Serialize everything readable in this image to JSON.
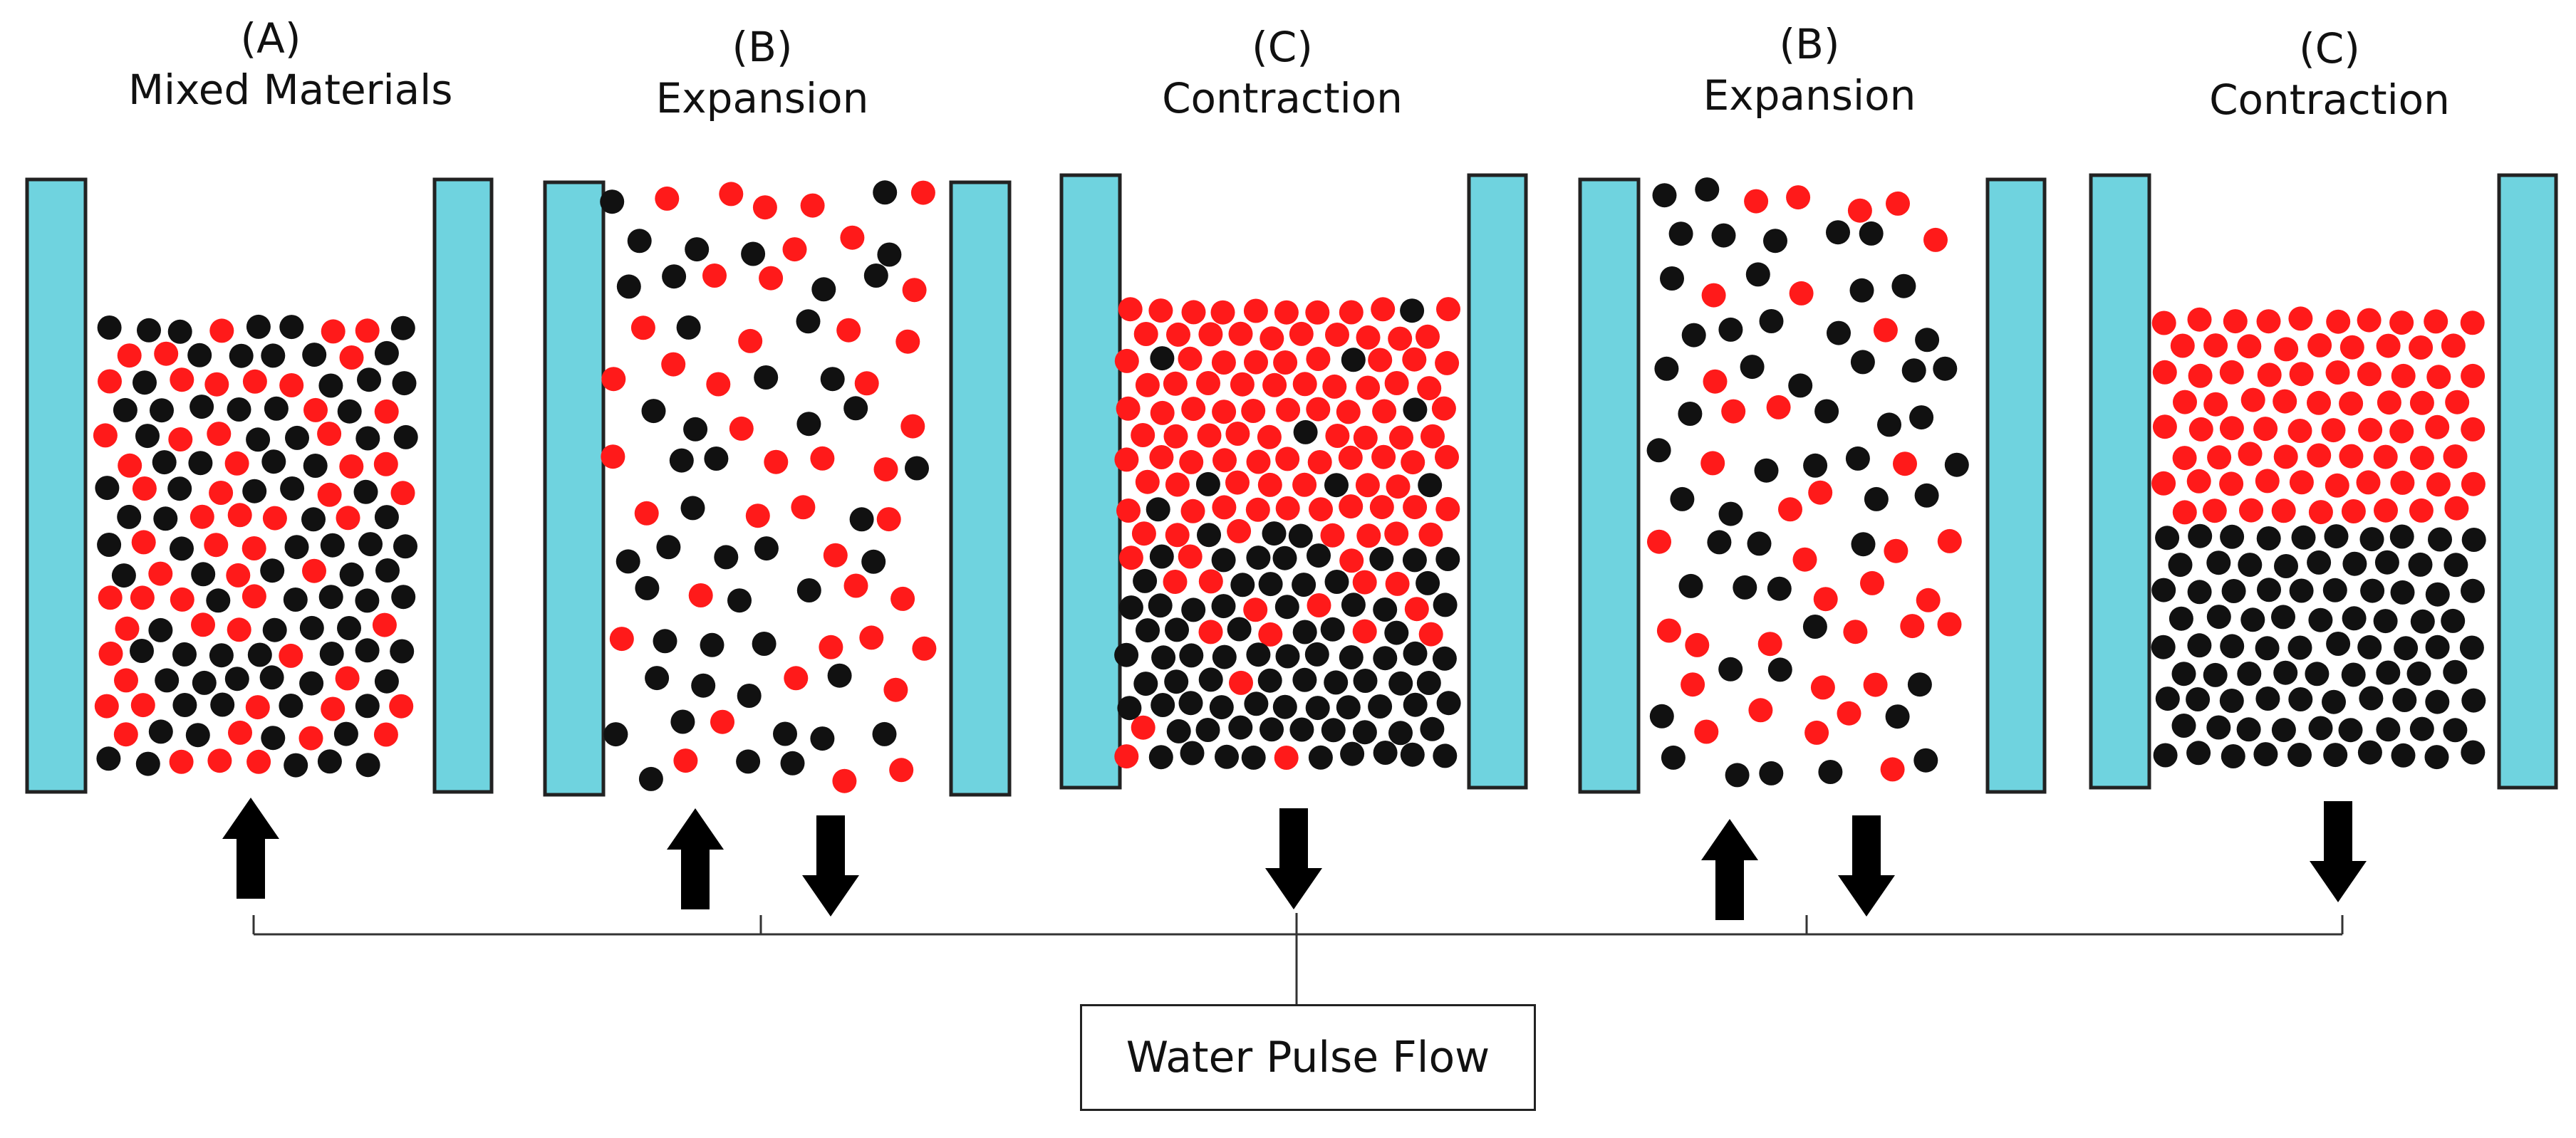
{
  "panels": [
    {
      "tag": "(A)",
      "title": "Mixed Materials",
      "state": "mixed"
    },
    {
      "tag": "(B)",
      "title": "Expansion",
      "state": "expanded"
    },
    {
      "tag": "(C)",
      "title": "Contraction",
      "state": "partly-stratified"
    },
    {
      "tag": "(B)",
      "title": "Expansion",
      "state": "expanded"
    },
    {
      "tag": "(C)",
      "title": "Contraction",
      "state": "stratified"
    }
  ],
  "flow_label": "Water Pulse Flow",
  "colors": {
    "wall_fill": "#6fd3df",
    "wall_stroke": "#222222",
    "particle_light": "#ff1a1a",
    "particle_heavy": "#111111",
    "arrow": "#000000",
    "line": "#333333"
  },
  "arrows": [
    "up",
    "up",
    "down",
    "down",
    "up",
    "down",
    "down"
  ]
}
